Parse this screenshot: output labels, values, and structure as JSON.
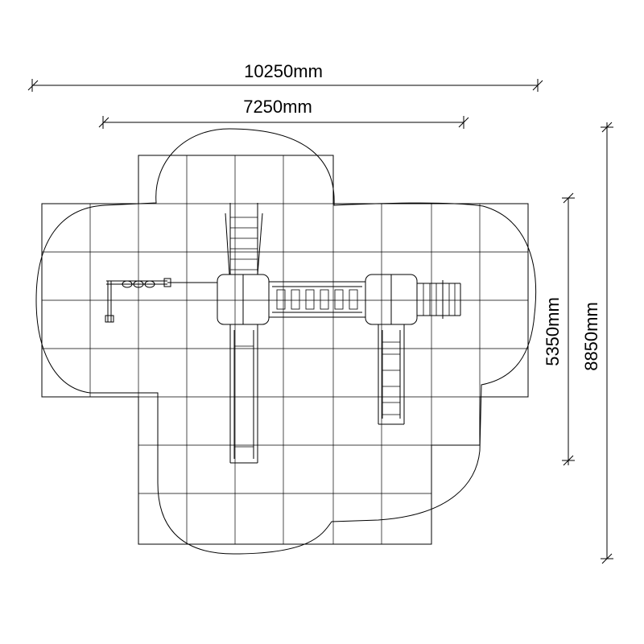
{
  "dimensions": {
    "overall_width": "10250mm",
    "inner_width": "7250mm",
    "overall_depth": "8850mm",
    "inner_depth": "5350mm"
  }
}
